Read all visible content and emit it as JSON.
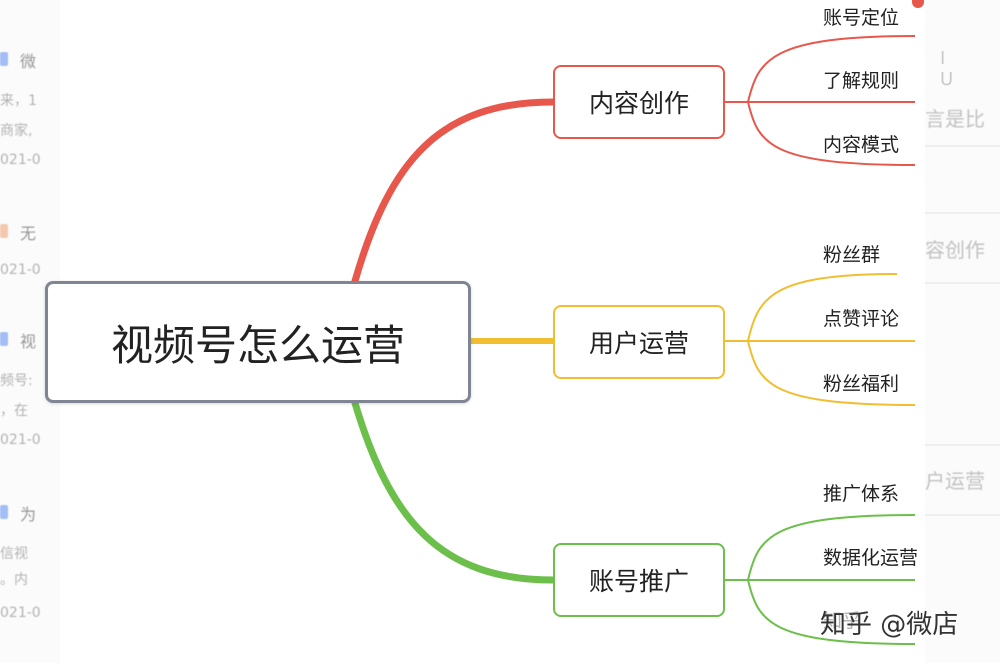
{
  "mindmap": {
    "root": "视频号怎么运营",
    "branches": [
      {
        "label": "内容创作",
        "color": "#e8574b",
        "children": [
          "账号定位",
          "了解规则",
          "内容模式"
        ]
      },
      {
        "label": "用户运营",
        "color": "#f2be31",
        "children": [
          "粉丝群",
          "点赞评论",
          "粉丝福利"
        ]
      },
      {
        "label": "账号推广",
        "color": "#6cbf4a",
        "children": [
          "推广体系",
          "数据化运营",
          "知乎"
        ]
      }
    ]
  },
  "watermark": "知乎 @微店",
  "background_left": {
    "items": [
      {
        "title": "微",
        "lines": [
          "来，1",
          "商家,"
        ],
        "date": "021-0"
      },
      {
        "title": "无",
        "lines": [],
        "date": "021-0"
      },
      {
        "title": "视",
        "lines": [
          "频号:",
          "，在"
        ],
        "date": "021-0"
      },
      {
        "title": "为",
        "lines": [
          "信视",
          "。内"
        ],
        "date": "021-0"
      }
    ]
  },
  "background_right": {
    "toolbar": "I U",
    "texts": [
      "言是比",
      "容创作",
      "户运营"
    ]
  }
}
